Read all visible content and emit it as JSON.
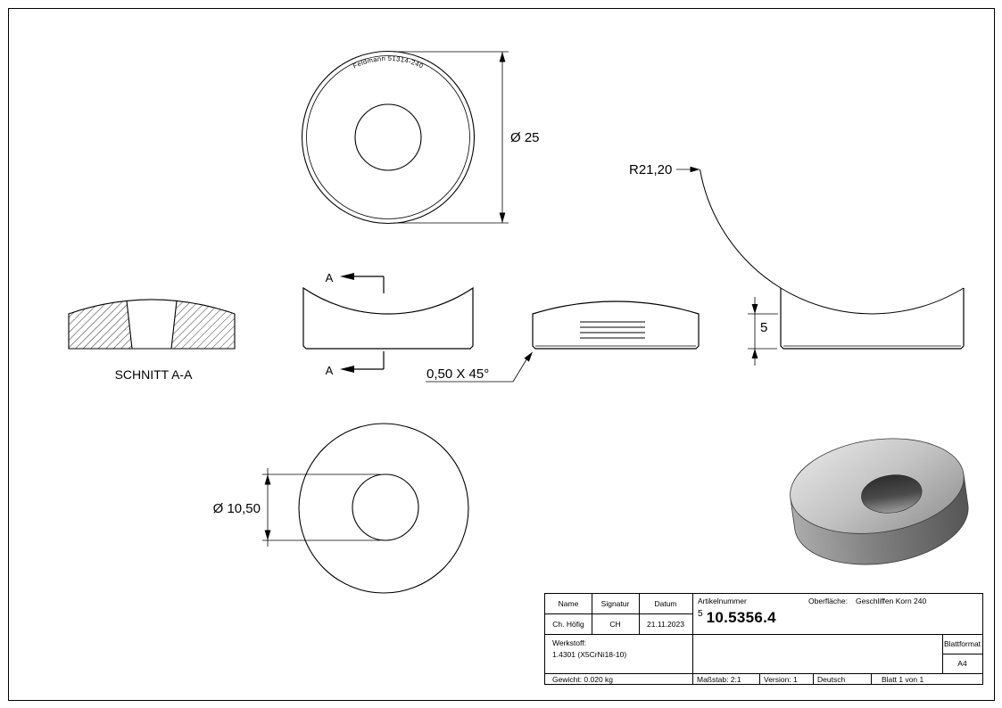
{
  "drawing": {
    "engraving": "Feldmann 51314-240",
    "dim_outer_diameter": "Ø 25",
    "radius_label": "R21,20",
    "section_title": "SCHNITT A-A",
    "section_letter": "A",
    "chamfer_label": "0,50 X 45°",
    "thickness_label": "5",
    "dim_hole_diameter": "Ø 10,50"
  },
  "title_block": {
    "col_name": "Name",
    "col_signature": "Signatur",
    "col_date": "Datum",
    "author_name": "Ch. Höfig",
    "author_signature": "CH",
    "date": "21.11.2023",
    "article_label": "Artikelnummer",
    "surface_label": "Oberfläche:",
    "surface_value": "Geschliffen Korn 240",
    "article_prefix": "5",
    "article_number": "10.5356.4",
    "material_label": "Werkstoff:",
    "material_value": "1.4301 (X5CrNi18-10)",
    "weight": "Gewicht: 0.020 kg",
    "scale": "Maßstab: 2:1",
    "version": "Version: 1",
    "language": "Deutsch",
    "sheet": "Blatt 1 von 1",
    "format_label": "Blattformat",
    "format_value": "A4"
  }
}
